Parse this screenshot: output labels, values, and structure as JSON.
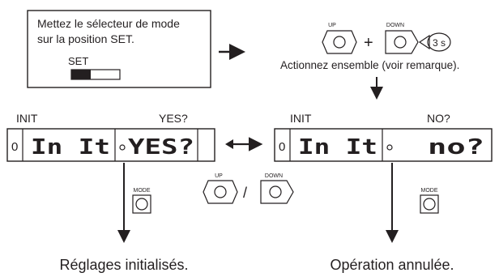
{
  "instruction_box": {
    "line1": "Mettez le sélecteur de mode",
    "line2": "sur la position SET.",
    "switch_label": "SET"
  },
  "buttons": {
    "up_label": "UP",
    "down_label": "DOWN",
    "mode_label": "MODE",
    "plus_sign": "+",
    "slash": "/",
    "hold_time": "3 s"
  },
  "press_together_text": "Actionnez ensemble (voir remarque).",
  "left_display": {
    "caption_left": "INIT",
    "caption_right": "YES?",
    "lcd_left_digit": "0",
    "lcd_main": "In It",
    "lcd_value": "YES?"
  },
  "right_display": {
    "caption_left": "INIT",
    "caption_right": "NO?",
    "lcd_left_digit": "0",
    "lcd_main": "In It",
    "lcd_value": "no?"
  },
  "results": {
    "left": "Réglages initialisés.",
    "right": "Opération annulée."
  }
}
